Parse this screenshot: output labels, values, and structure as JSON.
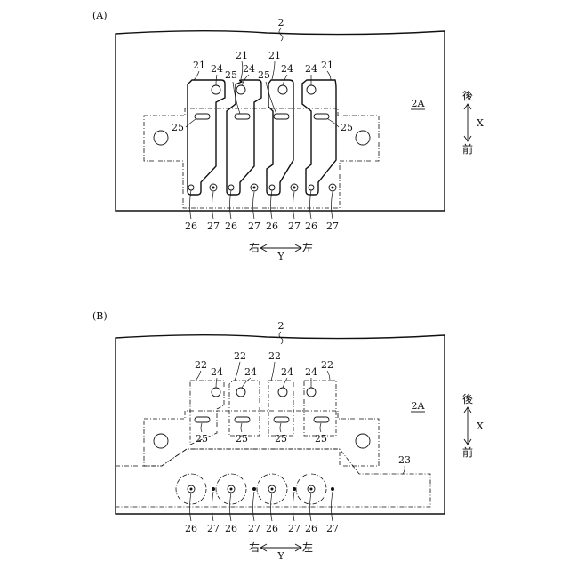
{
  "panels": [
    {
      "id": "A",
      "label": "(A)",
      "board_number": "2",
      "area_label": "2A",
      "terminal_labels": [
        "21",
        "21",
        "21",
        "21"
      ],
      "hole_labels": [
        "24",
        "24",
        "24",
        "24"
      ],
      "slot_labels": [
        "25",
        "25",
        "25",
        "25"
      ],
      "left_slot_label": "25",
      "right_slot_label": "25",
      "bottom_labels": [
        "26",
        "27",
        "26",
        "27",
        "26",
        "27",
        "26",
        "27"
      ]
    },
    {
      "id": "B",
      "label": "(B)",
      "board_number": "2",
      "area_label": "2A",
      "pad_labels": [
        "22",
        "22",
        "22",
        "22"
      ],
      "hole_labels": [
        "24",
        "24",
        "24",
        "24"
      ],
      "slot_labels": [
        "25",
        "25",
        "25",
        "25"
      ],
      "region_label": "23",
      "bottom_labels": [
        "26",
        "27",
        "26",
        "27",
        "26",
        "27",
        "26",
        "27"
      ]
    }
  ],
  "axes": {
    "x": {
      "top": "後",
      "letter": "X",
      "bottom": "前"
    },
    "y": {
      "left": "右",
      "letter": "Y",
      "right": "左"
    }
  }
}
